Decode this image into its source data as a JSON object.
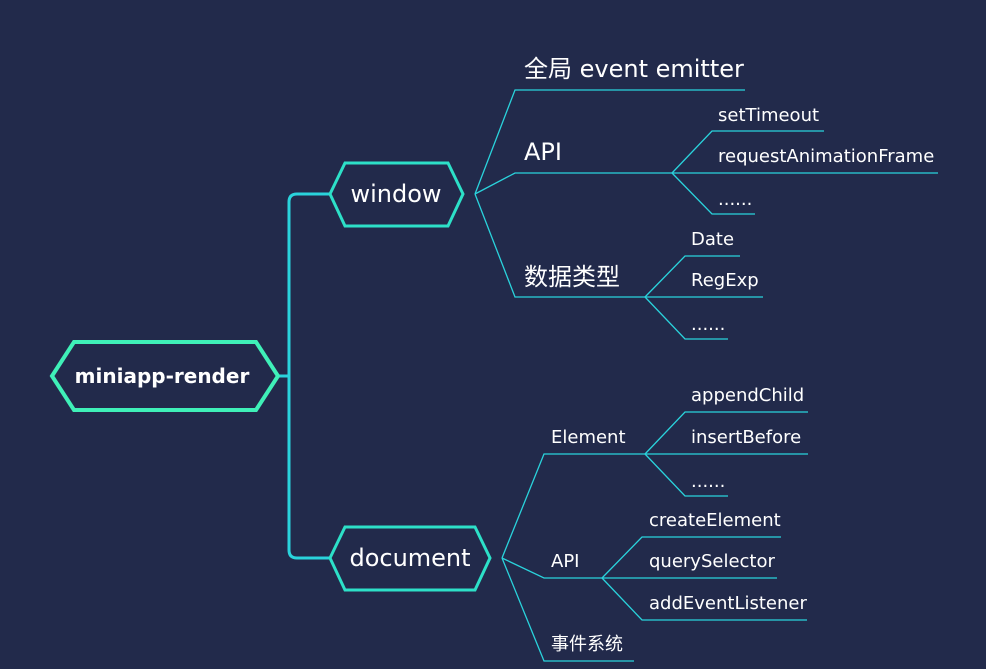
{
  "root": {
    "label": "miniapp-render"
  },
  "window": {
    "label": "window",
    "event_emitter": {
      "label": "全局 event emitter"
    },
    "api": {
      "label": "API",
      "items": [
        "setTimeout",
        "requestAnimationFrame",
        "......"
      ]
    },
    "types": {
      "label": "数据类型",
      "items": [
        "Date",
        "RegExp",
        "......"
      ]
    }
  },
  "document": {
    "label": "document",
    "element": {
      "label": "Element",
      "items": [
        "appendChild",
        "insertBefore",
        "......"
      ]
    },
    "api": {
      "label": "API",
      "items": [
        "createElement",
        "querySelector",
        "addEventListener"
      ]
    },
    "events": {
      "label": "事件系统"
    }
  },
  "colors": {
    "background": "#222a4b",
    "edge": "#2ad3dc",
    "root_border": "#3ff0b8",
    "node_border": "#2de0c8",
    "text": "#ffffff"
  }
}
